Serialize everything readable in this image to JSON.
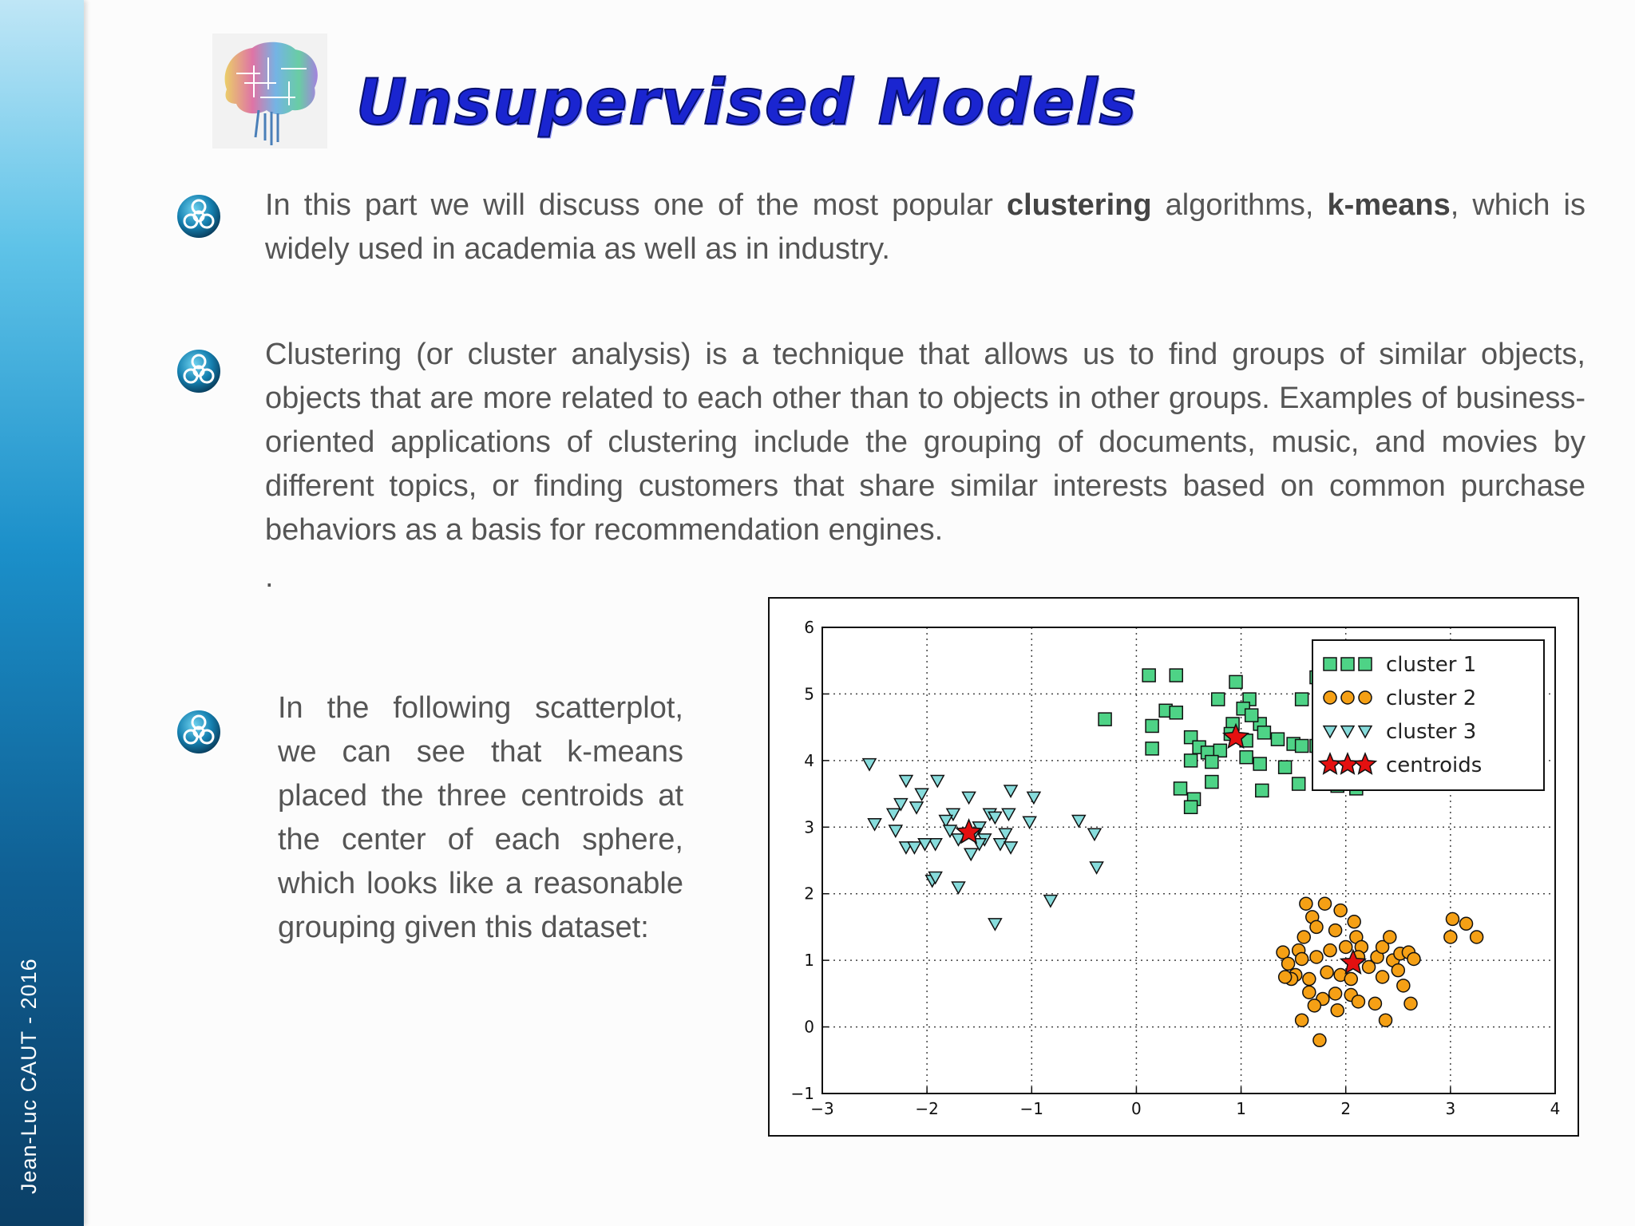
{
  "slide": {
    "title": "Unsupervised Models",
    "author": "Jean-Luc CAUT - 2016",
    "logo_icon": "brain-circuit-icon",
    "bullet_icon": "biohazard-bullet-icon"
  },
  "paragraphs": {
    "p1": {
      "before": "In this part we will discuss one of the most popular ",
      "bold1": "clustering",
      "middle": " algorithms, ",
      "bold2": "k-means",
      "after": ", which is widely used in academia as well as in industry."
    },
    "p2": "Clustering (or cluster analysis) is a technique that allows us to find groups of similar objects, objects that are more related to each other than to objects in other groups. Examples of business-oriented applications of clustering include the grouping of documents, music, and movies by different topics, or finding customers that share similar interests based on common purchase behaviors as a basis for recommendation engines.",
    "dot": ".",
    "p3": "In the following scatterplot, we can see that k-means placed the three centroids at the center of each sphere, which looks like a reasonable grouping given this dataset:"
  },
  "colors": {
    "title": "#1a25d0",
    "cluster1": "#4ed386",
    "cluster2": "#f5a015",
    "cluster3": "#87dcdc",
    "centroid": "#e41010"
  },
  "chart_data": {
    "type": "scatter",
    "xlim": [
      -3,
      4
    ],
    "ylim": [
      -1,
      6
    ],
    "xticks": [
      "−3",
      "−2",
      "−1",
      "0",
      "1",
      "2",
      "3",
      "4"
    ],
    "yticks": [
      "−1",
      "0",
      "1",
      "2",
      "3",
      "4",
      "5",
      "6"
    ],
    "grid": true,
    "legend_position": "top-right",
    "series": [
      {
        "name": "cluster 1",
        "marker": "square",
        "color": "#4ed386",
        "points": [
          [
            0.12,
            5.28
          ],
          [
            0.38,
            5.28
          ],
          [
            0.95,
            5.18
          ],
          [
            1.72,
            5.25
          ],
          [
            1.75,
            5.05
          ],
          [
            1.58,
            4.92
          ],
          [
            0.78,
            4.92
          ],
          [
            1.08,
            4.92
          ],
          [
            0.28,
            4.75
          ],
          [
            0.38,
            4.72
          ],
          [
            1.02,
            4.78
          ],
          [
            -0.3,
            4.62
          ],
          [
            0.15,
            4.52
          ],
          [
            0.92,
            4.55
          ],
          [
            1.18,
            4.55
          ],
          [
            1.1,
            4.68
          ],
          [
            0.52,
            4.35
          ],
          [
            0.9,
            4.4
          ],
          [
            0.6,
            4.2
          ],
          [
            0.68,
            4.12
          ],
          [
            0.8,
            4.15
          ],
          [
            1.05,
            4.3
          ],
          [
            1.22,
            4.42
          ],
          [
            1.35,
            4.32
          ],
          [
            1.5,
            4.25
          ],
          [
            1.58,
            4.22
          ],
          [
            1.72,
            4.22
          ],
          [
            0.15,
            4.18
          ],
          [
            1.05,
            4.05
          ],
          [
            0.52,
            4.0
          ],
          [
            0.72,
            3.98
          ],
          [
            1.18,
            3.95
          ],
          [
            1.42,
            3.9
          ],
          [
            0.72,
            3.68
          ],
          [
            1.55,
            3.65
          ],
          [
            1.92,
            3.62
          ],
          [
            2.1,
            3.58
          ],
          [
            0.42,
            3.58
          ],
          [
            0.55,
            3.42
          ],
          [
            0.52,
            3.3
          ],
          [
            1.2,
            3.55
          ]
        ]
      },
      {
        "name": "cluster 2",
        "marker": "circle",
        "color": "#f5a015",
        "points": [
          [
            1.62,
            1.85
          ],
          [
            1.68,
            1.65
          ],
          [
            1.8,
            1.85
          ],
          [
            1.95,
            1.75
          ],
          [
            1.6,
            1.35
          ],
          [
            1.72,
            1.5
          ],
          [
            1.9,
            1.45
          ],
          [
            2.08,
            1.58
          ],
          [
            2.1,
            1.35
          ],
          [
            1.55,
            1.15
          ],
          [
            1.58,
            1.02
          ],
          [
            1.72,
            1.05
          ],
          [
            1.85,
            1.15
          ],
          [
            2.0,
            1.2
          ],
          [
            2.15,
            1.2
          ],
          [
            2.3,
            1.05
          ],
          [
            1.52,
            0.78
          ],
          [
            1.65,
            0.72
          ],
          [
            1.82,
            0.82
          ],
          [
            1.95,
            0.78
          ],
          [
            2.05,
            0.72
          ],
          [
            1.4,
            1.12
          ],
          [
            1.45,
            0.95
          ],
          [
            2.22,
            0.9
          ],
          [
            2.35,
            1.2
          ],
          [
            2.45,
            1.0
          ],
          [
            2.52,
            1.1
          ],
          [
            2.6,
            1.12
          ],
          [
            2.65,
            1.02
          ],
          [
            2.42,
            1.35
          ],
          [
            2.5,
            0.85
          ],
          [
            2.55,
            0.62
          ],
          [
            2.35,
            0.75
          ],
          [
            1.48,
            0.72
          ],
          [
            1.65,
            0.52
          ],
          [
            1.78,
            0.42
          ],
          [
            1.9,
            0.5
          ],
          [
            2.05,
            0.48
          ],
          [
            1.7,
            0.32
          ],
          [
            1.92,
            0.25
          ],
          [
            2.12,
            0.38
          ],
          [
            2.28,
            0.35
          ],
          [
            2.38,
            0.1
          ],
          [
            2.62,
            0.35
          ],
          [
            1.58,
            0.1
          ],
          [
            1.75,
            -0.2
          ],
          [
            3.02,
            1.62
          ],
          [
            3.15,
            1.55
          ],
          [
            3.0,
            1.35
          ],
          [
            3.25,
            1.35
          ],
          [
            2.12,
            1.05
          ],
          [
            1.42,
            0.75
          ]
        ]
      },
      {
        "name": "cluster 3",
        "marker": "triangle-down",
        "color": "#87dcdc",
        "points": [
          [
            -2.55,
            3.95
          ],
          [
            -2.2,
            3.7
          ],
          [
            -1.9,
            3.7
          ],
          [
            -2.05,
            3.5
          ],
          [
            -2.1,
            3.3
          ],
          [
            -2.32,
            3.2
          ],
          [
            -2.5,
            3.05
          ],
          [
            -2.3,
            2.95
          ],
          [
            -1.75,
            3.2
          ],
          [
            -1.6,
            3.45
          ],
          [
            -1.4,
            3.2
          ],
          [
            -1.22,
            3.2
          ],
          [
            -1.2,
            3.55
          ],
          [
            -0.98,
            3.45
          ],
          [
            -1.5,
            3.0
          ],
          [
            -1.35,
            3.15
          ],
          [
            -1.25,
            2.9
          ],
          [
            -2.2,
            2.7
          ],
          [
            -2.12,
            2.7
          ],
          [
            -2.02,
            2.75
          ],
          [
            -1.92,
            2.75
          ],
          [
            -1.82,
            3.1
          ],
          [
            -1.78,
            2.95
          ],
          [
            -1.7,
            2.82
          ],
          [
            -1.58,
            2.6
          ],
          [
            -1.45,
            2.82
          ],
          [
            -1.3,
            2.75
          ],
          [
            -1.2,
            2.7
          ],
          [
            -1.55,
            2.9
          ],
          [
            -1.5,
            2.75
          ],
          [
            -0.82,
            1.9
          ],
          [
            -1.02,
            3.08
          ],
          [
            -0.55,
            3.1
          ],
          [
            -0.4,
            2.9
          ],
          [
            -0.38,
            2.4
          ],
          [
            -1.95,
            2.2
          ],
          [
            -1.92,
            2.25
          ],
          [
            -1.7,
            2.1
          ],
          [
            -1.35,
            1.55
          ],
          [
            -2.02,
            2.75
          ],
          [
            -2.25,
            3.35
          ]
        ]
      },
      {
        "name": "centroids",
        "marker": "star",
        "color": "#e41010",
        "points": [
          [
            -1.6,
            2.92
          ],
          [
            0.95,
            4.35
          ],
          [
            2.07,
            0.96
          ]
        ]
      }
    ]
  }
}
